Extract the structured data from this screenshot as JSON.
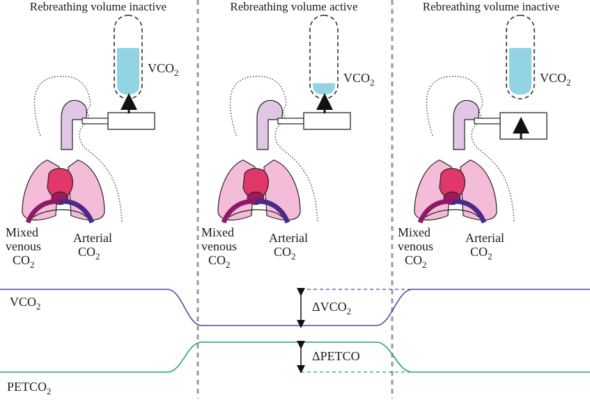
{
  "panels": [
    {
      "title": "Rebreathing volume inactive",
      "state": "inactive",
      "reservoir_fill": 0.62,
      "reservoir_label": {
        "base": "VCO",
        "sub": "2"
      },
      "arrow_position": "into-reservoir",
      "labels": {
        "venous_line1": "Mixed",
        "venous_line2": "venous",
        "venous_line3_base": "CO",
        "venous_line3_sub": "2",
        "arterial_line1": "Arterial",
        "arterial_line2_base": "CO",
        "arterial_line2_sub": "2"
      }
    },
    {
      "title": "Rebreathing volume active",
      "state": "active",
      "reservoir_fill": 0.15,
      "reservoir_label": {
        "base": "VCO",
        "sub": "2"
      },
      "arrow_position": "into-reservoir",
      "labels": {
        "venous_line1": "Mixed",
        "venous_line2": "venous",
        "venous_line3_base": "CO",
        "venous_line3_sub": "2",
        "arterial_line1": "Arterial",
        "arterial_line2_base": "CO",
        "arterial_line2_sub": "2"
      }
    },
    {
      "title": "Rebreathing volume inactive",
      "state": "inactive",
      "reservoir_fill": 0.62,
      "reservoir_label": {
        "base": "VCO",
        "sub": "2"
      },
      "arrow_position": "inside-loop",
      "labels": {
        "venous_line1": "Mixed",
        "venous_line2": "venous",
        "venous_line3_base": "CO",
        "venous_line3_sub": "2",
        "arterial_line1": "Arterial",
        "arterial_line2_base": "CO",
        "arterial_line2_sub": "2"
      }
    }
  ],
  "traces": {
    "vco2": {
      "label_base": "VCO",
      "label_sub": "2",
      "color": "#4a4aa0",
      "delta_label_base": "ΔVCO",
      "delta_label_sub": "2"
    },
    "petco2": {
      "label_base": "PETCO",
      "label_sub": "2",
      "color": "#1ea85a",
      "delta_label": "ΔPETCO"
    }
  },
  "colors": {
    "reservoir_fill": "#92d4e4",
    "airway": "#e0c8e4",
    "lungs": "#f4bcd8",
    "heart": "#e03868",
    "venous_vessel": "#8c1a6a",
    "arterial_vessel": "#4a2a88",
    "divider": "#9a9a9a"
  }
}
